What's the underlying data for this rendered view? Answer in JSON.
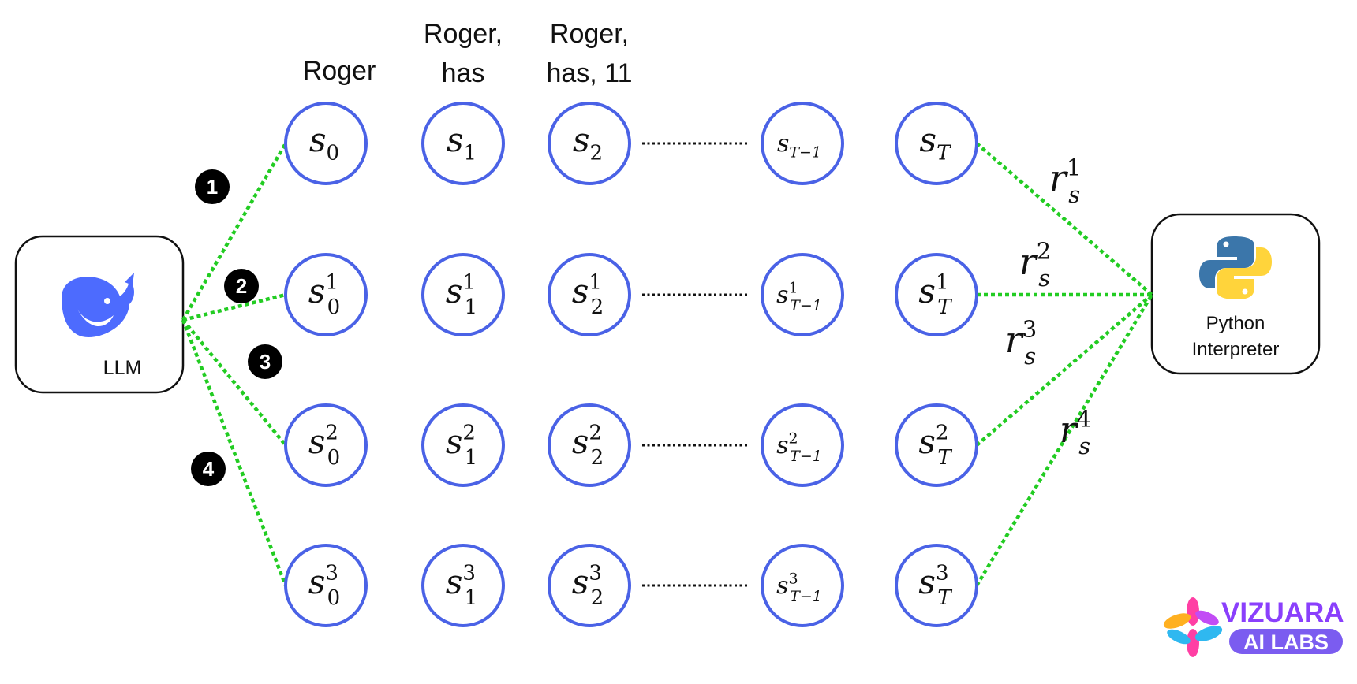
{
  "colors": {
    "node_stroke": "#4a62e6",
    "link": "#22cc22",
    "badge": "#000000",
    "whale": "#4d6bfe",
    "python_blue": "#3b76aa",
    "python_yellow": "#ffd43b",
    "vizuara_purple": "#8a3ffc",
    "ai_labs_bg": "#7b5cf0"
  },
  "llm": {
    "label": "LLM",
    "icon": "whale-icon"
  },
  "interpreter": {
    "line1": "Python",
    "line2": "Interpreter",
    "icon": "python-icon"
  },
  "token_labels": [
    {
      "lines": [
        "Roger"
      ]
    },
    {
      "lines": [
        "Roger,",
        "has"
      ]
    },
    {
      "lines": [
        "Roger,",
        "has, 11"
      ]
    }
  ],
  "rows": [
    {
      "badge": "1",
      "nodes": [
        {
          "base": "s",
          "sub": "0",
          "sup": ""
        },
        {
          "base": "s",
          "sub": "1",
          "sup": ""
        },
        {
          "base": "s",
          "sub": "2",
          "sup": ""
        },
        {
          "base": "s",
          "sub": "T−1",
          "sup": ""
        },
        {
          "base": "s",
          "sub": "T",
          "sup": ""
        }
      ],
      "reward": {
        "base": "r",
        "sub": "s",
        "sup": "1"
      }
    },
    {
      "badge": "2",
      "nodes": [
        {
          "base": "s",
          "sub": "0",
          "sup": "1"
        },
        {
          "base": "s",
          "sub": "1",
          "sup": "1"
        },
        {
          "base": "s",
          "sub": "2",
          "sup": "1"
        },
        {
          "base": "s",
          "sub": "T−1",
          "sup": "1"
        },
        {
          "base": "s",
          "sub": "T",
          "sup": "1"
        }
      ],
      "reward": {
        "base": "r",
        "sub": "s",
        "sup": "2"
      }
    },
    {
      "badge": "3",
      "nodes": [
        {
          "base": "s",
          "sub": "0",
          "sup": "2"
        },
        {
          "base": "s",
          "sub": "1",
          "sup": "2"
        },
        {
          "base": "s",
          "sub": "2",
          "sup": "2"
        },
        {
          "base": "s",
          "sub": "T−1",
          "sup": "2"
        },
        {
          "base": "s",
          "sub": "T",
          "sup": "2"
        }
      ],
      "reward": {
        "base": "r",
        "sub": "s",
        "sup": "3"
      }
    },
    {
      "badge": "4",
      "nodes": [
        {
          "base": "s",
          "sub": "0",
          "sup": "3"
        },
        {
          "base": "s",
          "sub": "1",
          "sup": "3"
        },
        {
          "base": "s",
          "sub": "2",
          "sup": "3"
        },
        {
          "base": "s",
          "sub": "T−1",
          "sup": "3"
        },
        {
          "base": "s",
          "sub": "T",
          "sup": "3"
        }
      ],
      "reward": {
        "base": "r",
        "sub": "s",
        "sup": "4"
      }
    }
  ],
  "logo": {
    "line1": "VIZUARA",
    "line2": "AI LABS"
  }
}
